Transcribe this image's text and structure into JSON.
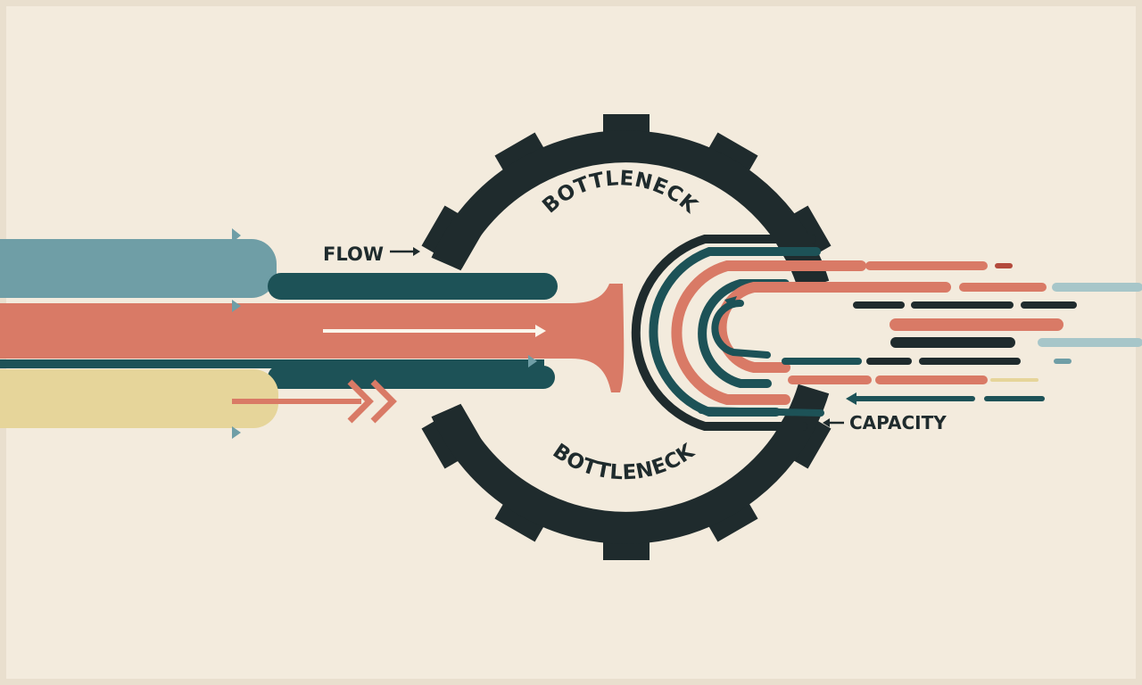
{
  "labels": {
    "flow": "FLOW",
    "capacity": "CAPACITY",
    "bottleneck_top": "BOTTLENECK",
    "bottleneck_bottom": "BOTTLENECK"
  },
  "colors": {
    "background": "#f3ebdd",
    "gear": "#1f2b2d",
    "teal_light": "#6f9ea6",
    "teal_dark": "#1d5257",
    "coral": "#d97a66",
    "sand": "#e6d59a",
    "pale_blue": "#a7c6c9",
    "maroon": "#b34a3c"
  }
}
